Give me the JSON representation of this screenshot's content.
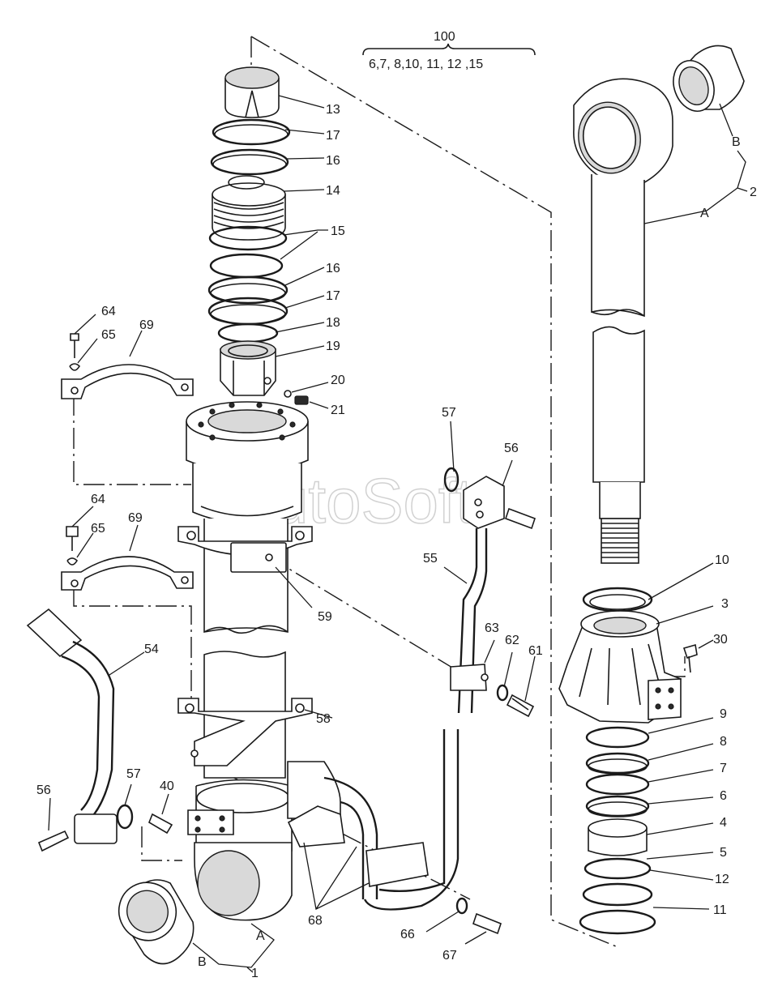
{
  "watermark": "AutoSoft",
  "header": {
    "group": "100",
    "members": "6,7, 8,10, 11, 12 ,15"
  },
  "labels": {
    "l13": "13",
    "l17a": "17",
    "l16a": "16",
    "l14": "14",
    "l15": "15",
    "l16b": "16",
    "l17b": "17",
    "l18": "18",
    "l19": "19",
    "l20": "20",
    "l21": "21",
    "l64a": "64",
    "l65a": "65",
    "l69a": "69",
    "l64b": "64",
    "l65b": "65",
    "l69b": "69",
    "l59": "59",
    "l54": "54",
    "l58": "58",
    "l57a": "57",
    "l56a": "56",
    "l40": "40",
    "l68": "68",
    "lA1": "A",
    "lB1": "B",
    "l1": "1",
    "l57b": "57",
    "l56b": "56",
    "l55": "55",
    "l63": "63",
    "l62": "62",
    "l61": "61",
    "l66": "66",
    "l67": "67",
    "lB2": "B",
    "l2": "2",
    "lA2": "A",
    "l10": "10",
    "l3": "3",
    "l30": "30",
    "l9": "9",
    "l8": "8",
    "l7": "7",
    "l6": "6",
    "l4": "4",
    "l5": "5",
    "l12": "12",
    "l11": "11"
  }
}
